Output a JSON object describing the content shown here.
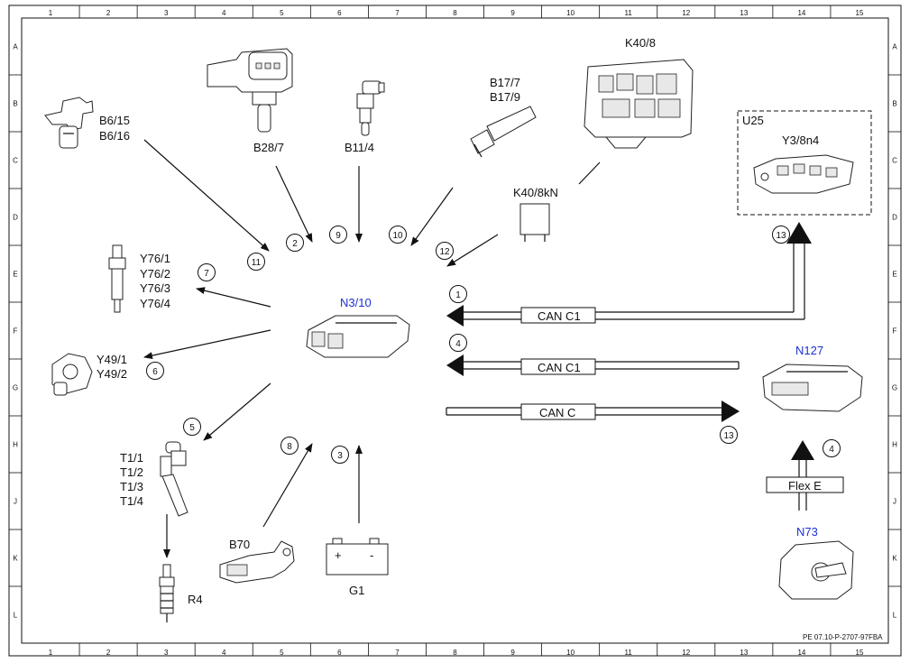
{
  "grid": {
    "columns": [
      "1",
      "2",
      "3",
      "4",
      "5",
      "6",
      "7",
      "8",
      "9",
      "10",
      "11",
      "12",
      "13",
      "14",
      "15"
    ],
    "rows": [
      "A",
      "B",
      "C",
      "D",
      "E",
      "F",
      "G",
      "H",
      "J",
      "K",
      "L"
    ]
  },
  "components": {
    "b6": [
      "B6/15",
      "B6/16"
    ],
    "b28": "B28/7",
    "b11": "B11/4",
    "b17": [
      "B17/7",
      "B17/9"
    ],
    "k40_8": "K40/8",
    "u25": "U25",
    "y3": "Y3/8n4",
    "k40_8kn": "K40/8kN",
    "y76": [
      "Y76/1",
      "Y76/2",
      "Y76/3",
      "Y76/4"
    ],
    "y49": [
      "Y49/1",
      "Y49/2"
    ],
    "n3_10": "N3/10",
    "n127": "N127",
    "t1": [
      "T1/1",
      "T1/2",
      "T1/3",
      "T1/4"
    ],
    "r4": "R4",
    "b70": "B70",
    "g1": "G1",
    "n73": "N73",
    "battery_plus": "+",
    "battery_minus": "-"
  },
  "buses": {
    "can_c1_top": "CAN C1",
    "can_c1_mid": "CAN C1",
    "can_c": "CAN C",
    "flex_e": "Flex E"
  },
  "callouts": {
    "c1": "1",
    "c2": "2",
    "c3": "3",
    "c4a": "4",
    "c4b": "4",
    "c5": "5",
    "c6": "6",
    "c7": "7",
    "c8": "8",
    "c9": "9",
    "c10": "10",
    "c11": "11",
    "c12": "12",
    "c13a": "13",
    "c13b": "13"
  },
  "footer_code": "PE 07.10-P-2707-97FBA",
  "colors": {
    "lines": "#111111",
    "blue_labels": "#1c2fd6",
    "background": "#ffffff"
  }
}
